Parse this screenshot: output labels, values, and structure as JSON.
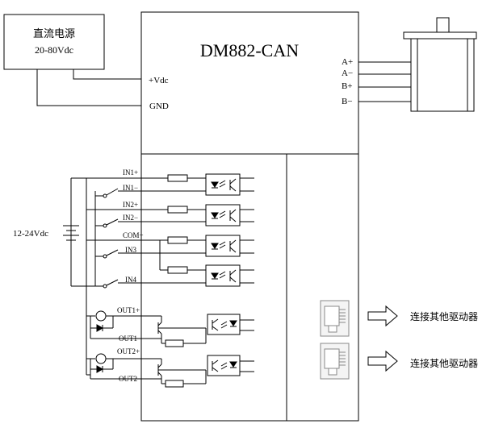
{
  "power_supply": {
    "line1": "直流电源",
    "line2": "20-80Vdc"
  },
  "driver": {
    "title": "DM882-CAN",
    "vdc_label": "+Vdc",
    "gnd_label": "GND"
  },
  "motor": {
    "phases": [
      "A+",
      "A−",
      "B+",
      "B−"
    ]
  },
  "io": {
    "supply_label": "12-24Vdc",
    "inputs": [
      "IN1+",
      "IN1−",
      "IN2+",
      "IN2−",
      "COM+",
      "IN3",
      "IN4"
    ],
    "outputs": [
      "OUT1+",
      "OUT1−",
      "OUT2+",
      "OUT2−"
    ]
  },
  "connectors": [
    {
      "label": "连接其他驱动器"
    },
    {
      "label": "连接其他驱动器"
    }
  ]
}
